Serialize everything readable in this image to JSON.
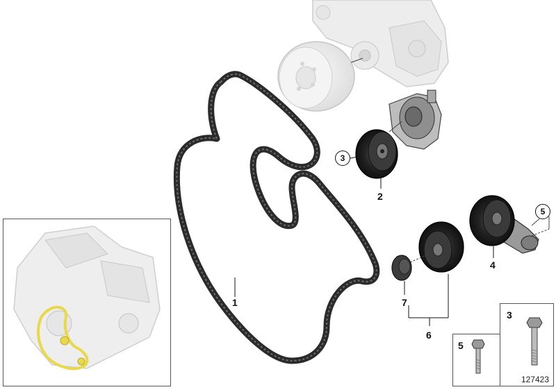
{
  "diagram": {
    "reference_number": "127423",
    "parts": [
      {
        "id": "1",
        "name": "belt"
      },
      {
        "id": "2",
        "name": "tensioner"
      },
      {
        "id": "3",
        "name": "bolt"
      },
      {
        "id": "4",
        "name": "idler-arm"
      },
      {
        "id": "5",
        "name": "bolt"
      },
      {
        "id": "6",
        "name": "idler-pulley-set"
      },
      {
        "id": "7",
        "name": "cover"
      }
    ],
    "callouts": {
      "c1": "1",
      "c2": "2",
      "c3_circled": "3",
      "c4": "4",
      "c5_circled": "5",
      "c6": "6",
      "c7": "7",
      "hw3": "3",
      "hw5": "5"
    },
    "colors": {
      "belt": "#2b2b2b",
      "part_dark": "#1c1c1c",
      "part_ghost": "#e6e6e6",
      "highlight": "#e8d84a"
    }
  }
}
